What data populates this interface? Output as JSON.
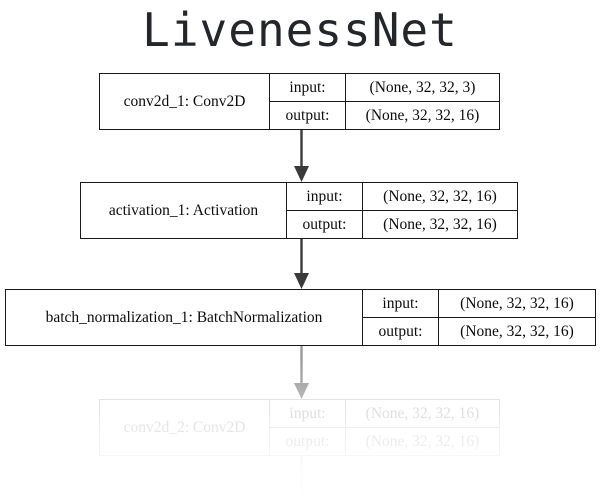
{
  "title": "LivenessNet",
  "graph": {
    "io_labels": {
      "input": "input:",
      "output": "output:"
    },
    "nodes": [
      {
        "id": "conv2d_1",
        "name": "conv2d_1: Conv2D",
        "input_label": "input:",
        "input_shape": "(None, 32, 32, 3)",
        "output_label": "output:",
        "output_shape": "(None, 32, 32, 16)",
        "faded": false
      },
      {
        "id": "activation_1",
        "name": "activation_1: Activation",
        "input_label": "input:",
        "input_shape": "(None, 32, 32, 16)",
        "output_label": "output:",
        "output_shape": "(None, 32, 32, 16)",
        "faded": false
      },
      {
        "id": "batch_normalization_1",
        "name": "batch_normalization_1: BatchNormalization",
        "input_label": "input:",
        "input_shape": "(None, 32, 32, 16)",
        "output_label": "output:",
        "output_shape": "(None, 32, 32, 16)",
        "faded": false
      },
      {
        "id": "conv2d_2",
        "name": "conv2d_2: Conv2D",
        "input_label": "input:",
        "input_shape": "(None, 32, 32, 16)",
        "output_label": "output:",
        "output_shape": "(None, 32, 32, 16)",
        "faded": true
      }
    ],
    "edges": [
      {
        "from": "conv2d_1",
        "to": "activation_1",
        "color": "#3a3a3a"
      },
      {
        "from": "activation_1",
        "to": "batch_normalization_1",
        "color": "#3a3a3a"
      },
      {
        "from": "batch_normalization_1",
        "to": "conv2d_2",
        "color": "#9b9b9b"
      },
      {
        "from": "conv2d_2",
        "to": "(clipped)",
        "color": "#e2e2e2"
      }
    ]
  },
  "colors": {
    "background": "#ffffff",
    "border": "#1a1a1a",
    "text": "#0b0b0b",
    "title_text": "#24262b",
    "faded_border": "#d8d8d8",
    "faded_text": "#c9c9c9",
    "edge_dark": "#3a3a3a",
    "edge_gray": "#9b9b9b"
  }
}
